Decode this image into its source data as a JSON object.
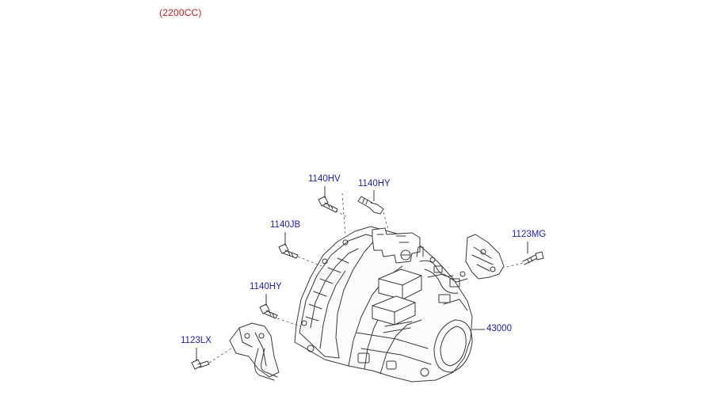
{
  "header": {
    "engine_label": "(2200CC)"
  },
  "colors": {
    "engine_label": "#cc1a1a",
    "part_label": "#1a1acc",
    "line_art": "#3a3a3a",
    "leader": "#222222"
  },
  "parts": [
    {
      "id": "p1",
      "number": "1140HV",
      "description": "bolt"
    },
    {
      "id": "p2",
      "number": "1140HY",
      "description": "bolt"
    },
    {
      "id": "p3",
      "number": "1140JB",
      "description": "bolt"
    },
    {
      "id": "p4",
      "number": "1123MG",
      "description": "bolt"
    },
    {
      "id": "p5",
      "number": "1140HY",
      "description": "bolt"
    },
    {
      "id": "p6",
      "number": "43000",
      "description": "transaxle"
    },
    {
      "id": "p7",
      "number": "1123LX",
      "description": "bolt"
    }
  ]
}
